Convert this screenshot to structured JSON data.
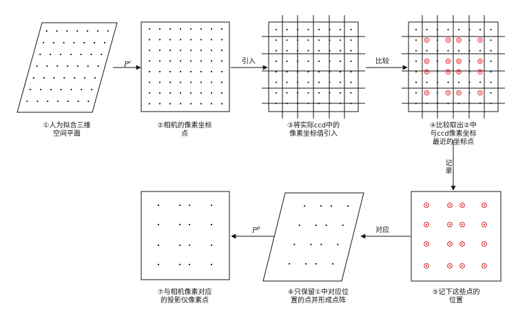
{
  "captions": {
    "panel1": [
      "①人为拟合三维",
      "空间平面"
    ],
    "panel2": [
      "②相机的像素坐标",
      "点"
    ],
    "panel3": [
      "③将实际ccd中的",
      "像素坐标值引入"
    ],
    "panel4": [
      "④比较取出②中",
      "与ccd像素坐标",
      "最近的坐标点"
    ],
    "panel5": [
      "⑤记下这些点的",
      "位置"
    ],
    "panel6": [
      "⑥只保留①中对应位",
      "置的点并形成点阵"
    ],
    "panel7": [
      "⑦与相机像素对应",
      "的投影仪像素点"
    ]
  },
  "arrow_labels": {
    "a12_base": "P",
    "a12_sup": "c",
    "a23": "引入",
    "a34": "比较",
    "a45": "记录",
    "a56": "对应",
    "a67_base": "P",
    "a67_sup": "p"
  },
  "colors": {
    "line": "#111111",
    "dot": "#111111",
    "marker": "#d42020"
  }
}
